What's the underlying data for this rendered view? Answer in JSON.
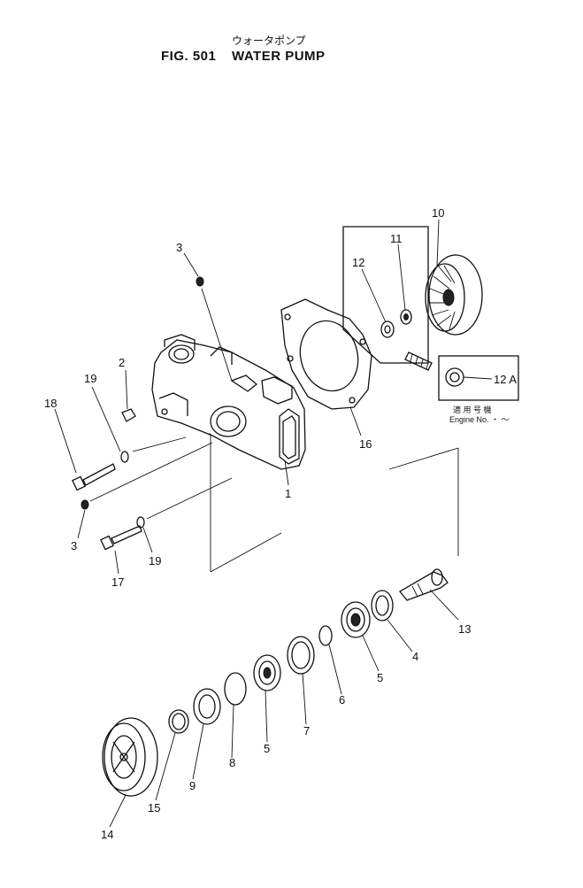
{
  "title": {
    "jp": "ウォータポンプ",
    "fig": "FIG. 501",
    "name": "WATER PUMP"
  },
  "inset": {
    "jp": "適 用 号 機",
    "engine": "Engine  No. ・ ～"
  },
  "labels": {
    "p1": "1",
    "p2": "2",
    "p3a": "3",
    "p3b": "3",
    "p4": "4",
    "p5a": "5",
    "p5b": "5",
    "p6": "6",
    "p7": "7",
    "p8": "8",
    "p9": "9",
    "p10": "10",
    "p11": "11",
    "p12": "12",
    "p12a": "12 A",
    "p13": "13",
    "p14": "14",
    "p15": "15",
    "p16": "16",
    "p17": "17",
    "p18": "18",
    "p19a": "19",
    "p19b": "19"
  }
}
